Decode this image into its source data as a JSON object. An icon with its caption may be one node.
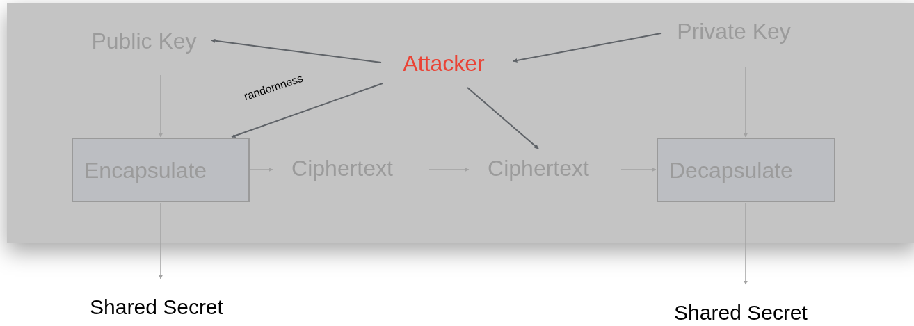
{
  "diagram": {
    "nodes": [
      {
        "text": [
          "Public Key"
        ]
      },
      {
        "text": [
          "Attacker"
        ]
      },
      {
        "text": [
          "Private Key"
        ]
      },
      {
        "text": [
          "Encapsulate"
        ]
      },
      {
        "text": [
          "Ciphertext"
        ]
      },
      {
        "text": [
          "Ciphertext"
        ]
      },
      {
        "text": [
          "Decapsulate"
        ]
      },
      {
        "text": [
          "Shared Secret"
        ]
      },
      {
        "text": [
          "Shared Secret"
        ]
      }
    ],
    "edges": [
      {
        "from": 1,
        "to": 0,
        "arrow": "to",
        "color": "#5f6368"
      },
      {
        "from": 2,
        "to": 1,
        "arrow": "to",
        "color": "#5f6368"
      },
      {
        "from": 1,
        "to": 3,
        "arrow": "to",
        "label": "randomness",
        "color": "#5f6368"
      },
      {
        "from": 1,
        "to": 5,
        "arrow": "to",
        "color": "#5f6368"
      },
      {
        "from": 0,
        "to": 3,
        "arrow": "to"
      },
      {
        "from": 2,
        "to": 6,
        "arrow": "to"
      },
      {
        "from": 3,
        "to": 4,
        "arrow": "to"
      },
      {
        "from": 4,
        "to": 5,
        "arrow": "to"
      },
      {
        "from": 5,
        "to": 6,
        "arrow": "to"
      },
      {
        "from": 3,
        "to": 7,
        "arrow": "to"
      },
      {
        "from": 6,
        "to": 8,
        "arrow": "to"
      }
    ]
  }
}
